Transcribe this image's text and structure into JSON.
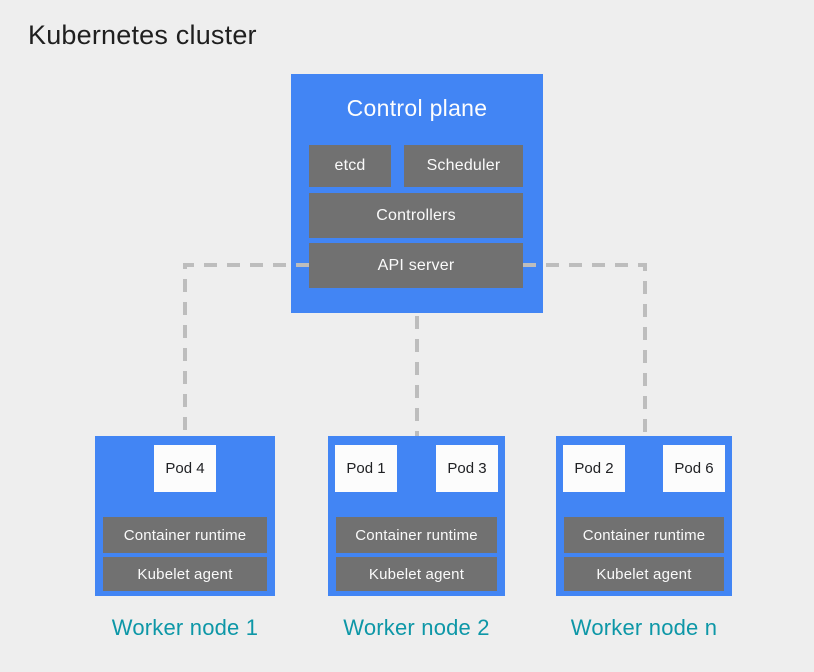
{
  "title": "Kubernetes cluster",
  "control_plane": {
    "title": "Control plane",
    "components": [
      "etcd",
      "Scheduler",
      "Controllers",
      "API server"
    ]
  },
  "workers": [
    {
      "label": "Worker node 1",
      "pods": [
        "Pod 4"
      ],
      "components": [
        "Container runtime",
        "Kubelet agent"
      ]
    },
    {
      "label": "Worker node 2",
      "pods": [
        "Pod 1",
        "Pod 3"
      ],
      "components": [
        "Container runtime",
        "Kubelet agent"
      ]
    },
    {
      "label": "Worker node n",
      "pods": [
        "Pod 2",
        "Pod 6"
      ],
      "components": [
        "Container runtime",
        "Kubelet agent"
      ]
    }
  ],
  "colors": {
    "background": "#eeeeee",
    "node-blue": "#4285f4",
    "component-gray": "#717171",
    "pod-white": "#fcfcfc",
    "connector-gray": "#bdbdbd",
    "worker-label-teal": "#0d97a7",
    "title-text": "#1f1f1f",
    "light-text": "#fafafa",
    "dark-text": "#202124"
  }
}
